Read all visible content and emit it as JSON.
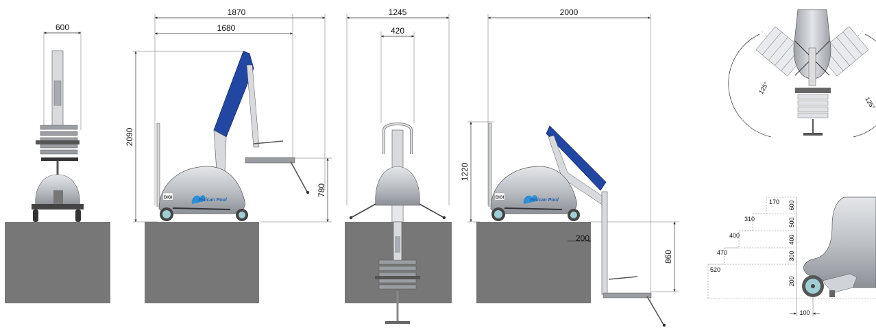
{
  "colors": {
    "pool_block": "#777777",
    "body_silver": "#bfc3c8",
    "arm_blue": "#2147a3",
    "frame_light": "#d8dadd",
    "seat_slat": "#9a9da2",
    "wheel_teal": "#9fcfd3",
    "dim_line": "#333333"
  },
  "views": {
    "front": {
      "width": "600"
    },
    "side": {
      "overall_length": "1870",
      "reach": "1680",
      "height": "2090",
      "seat_height": "780",
      "logo_brand": "DIGI",
      "logo_product": "Pelican Pool"
    },
    "rear": {
      "width": "1245",
      "inner_width": "420"
    },
    "side_lowered": {
      "overall_length": "2000",
      "height": "1220",
      "edge_offset": "200",
      "depth": "860",
      "logo_brand": "DIGI",
      "logo_product": "Pelican Pool"
    },
    "top": {
      "angle_left": "125°",
      "angle_right": "125°"
    },
    "steps": {
      "treads": [
        "170",
        "310",
        "400",
        "470",
        "520"
      ],
      "risers": [
        "600",
        "500",
        "400",
        "300",
        "200"
      ],
      "wheel_offset": "100"
    }
  }
}
